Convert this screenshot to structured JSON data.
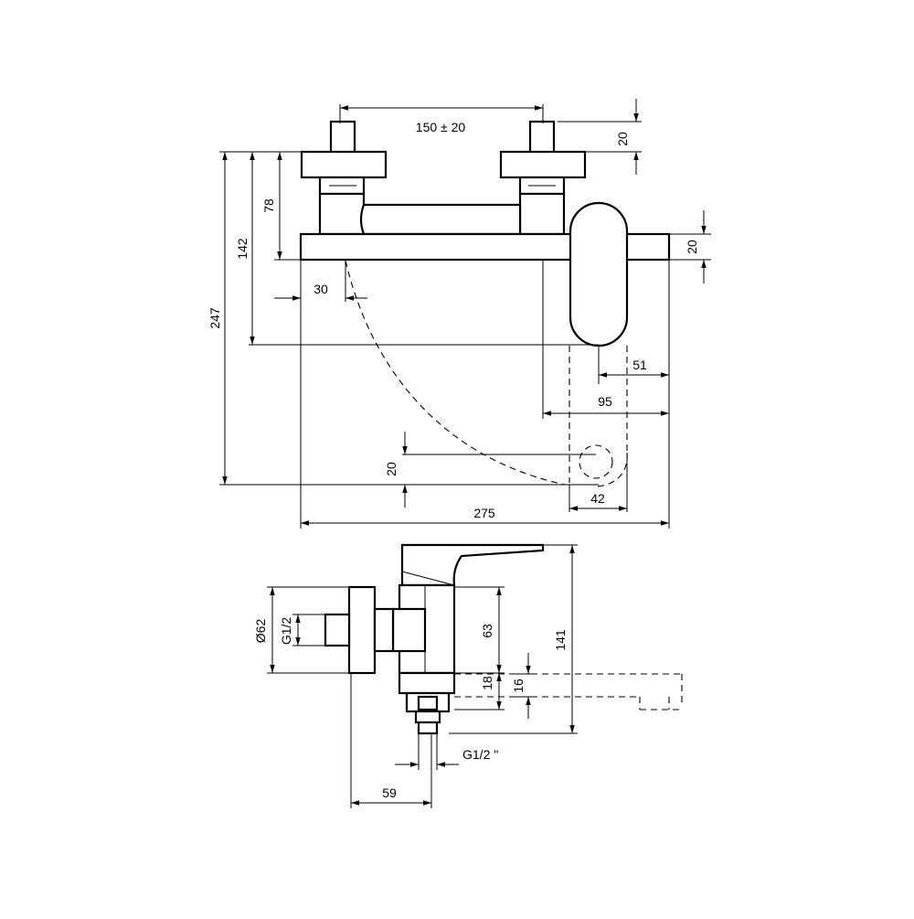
{
  "dimensions": {
    "top_spacing": "150 ± 20",
    "top_nut_height": "20",
    "overall_height": "247",
    "handle_bottom_height": "142",
    "body_height": "78",
    "spout_height": "20",
    "wall_offset": "30",
    "handle_offset": "51",
    "spout_reach": "95",
    "outlet_height": "20",
    "outlet_width": "42",
    "overall_width": "275",
    "escutcheon_diameter": "Ø62",
    "inlet_thread": "G1/2",
    "body_depth": "63",
    "side_height": "141",
    "outlet_offset": "18",
    "spout_tube": "16",
    "outlet_thread": "G1/2 \"",
    "projection": "59"
  }
}
